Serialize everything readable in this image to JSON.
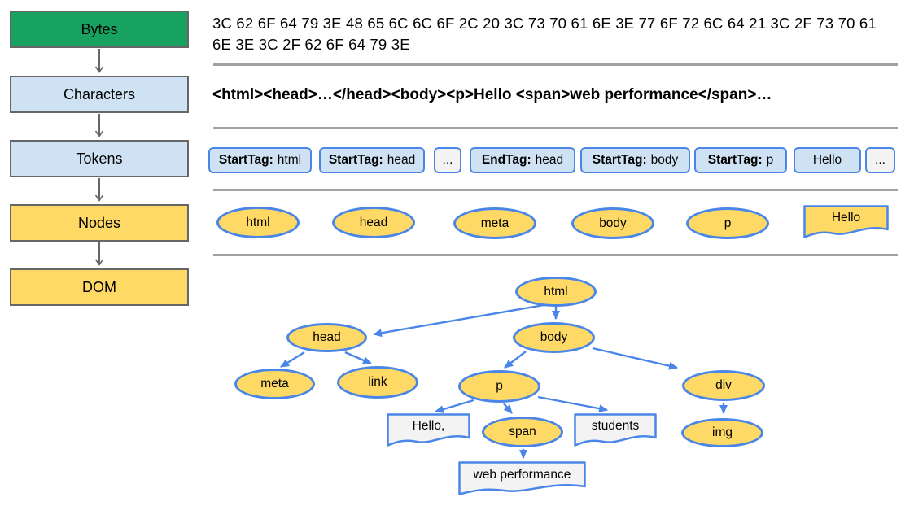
{
  "pipeline": {
    "stages": [
      {
        "label": "Bytes"
      },
      {
        "label": "Characters"
      },
      {
        "label": "Tokens"
      },
      {
        "label": "Nodes"
      },
      {
        "label": "DOM"
      }
    ]
  },
  "bytes": {
    "line1": "3C 62 6F 64 79 3E 48 65 6C 6C 6F 2C 20 3C 73 70 61 6E 3E 77 6F 72 6C 64 21 3C 2F 73 70 61",
    "line2": "6E 3E 3C 2F 62 6F 64 79 3E"
  },
  "characters": {
    "text": "<html><head>…</head><body><p>Hello <span>web performance</span>…"
  },
  "tokens": {
    "items": [
      {
        "tag": "StartTag:",
        "value": "html"
      },
      {
        "tag": "StartTag:",
        "value": "head"
      },
      {
        "tag": "",
        "value": "..."
      },
      {
        "tag": "EndTag:",
        "value": "head"
      },
      {
        "tag": "StartTag:",
        "value": "body"
      },
      {
        "tag": "StartTag:",
        "value": "p"
      },
      {
        "tag": "",
        "value": "Hello"
      },
      {
        "tag": "",
        "value": "..."
      }
    ]
  },
  "nodes": {
    "items": [
      {
        "label": "html"
      },
      {
        "label": "head"
      },
      {
        "label": "meta"
      },
      {
        "label": "body"
      },
      {
        "label": "p"
      },
      {
        "label": "Hello"
      }
    ]
  },
  "dom": {
    "elements": {
      "html": "html",
      "head": "head",
      "body": "body",
      "meta": "meta",
      "link": "link",
      "p": "p",
      "div": "div",
      "span": "span",
      "img": "img"
    },
    "text_nodes": {
      "hello": "Hello,",
      "students": "students",
      "web_performance": "web performance"
    }
  },
  "colors": {
    "green": "#17A261",
    "light_blue": "#CFE2F3",
    "yellow": "#FFD966",
    "blue": "#4A86E8",
    "light_gray": "#F3F3F3",
    "divider": "#A2A2A2",
    "gray": "#666666"
  }
}
